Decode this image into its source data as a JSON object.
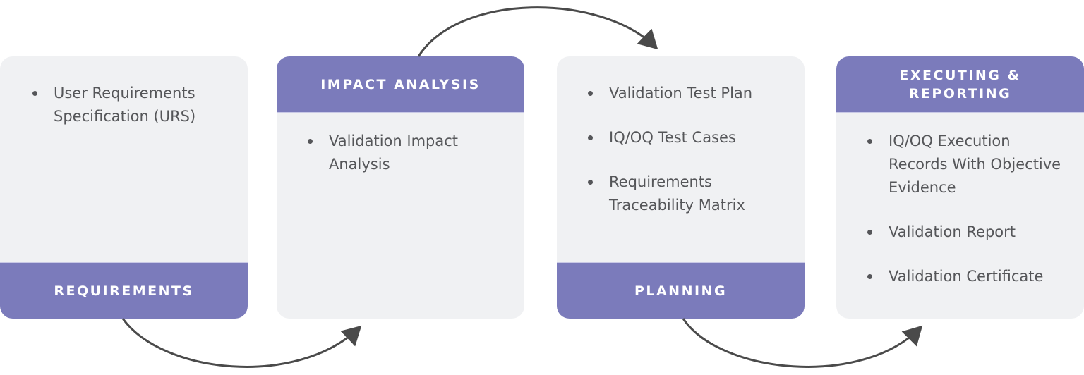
{
  "diagram": {
    "type": "process-flow",
    "colors": {
      "accent": "#7b7bbb",
      "box_bg": "#f0f1f3",
      "text": "#555659",
      "arrow": "#4a4a4a"
    },
    "stages": [
      {
        "title": "REQUIREMENTS",
        "title_position": "bottom",
        "items": [
          "User Requirements Specification (URS)"
        ]
      },
      {
        "title": "IMPACT ANALYSIS",
        "title_position": "top",
        "items": [
          "Validation Impact Analysis"
        ]
      },
      {
        "title": "PLANNING",
        "title_position": "bottom",
        "items": [
          "Validation Test Plan",
          "IQ/OQ Test Cases",
          "Requirements Traceability Matrix"
        ]
      },
      {
        "title": "EXECUTING & REPORTING",
        "title_position": "top",
        "items": [
          "IQ/OQ Execution Records With Objective Evidence",
          "Validation Report",
          "Validation Certificate"
        ]
      }
    ],
    "arrows": [
      {
        "from": "REQUIREMENTS",
        "to": "IMPACT ANALYSIS",
        "route": "below"
      },
      {
        "from": "IMPACT ANALYSIS",
        "to": "PLANNING",
        "route": "above"
      },
      {
        "from": "PLANNING",
        "to": "EXECUTING & REPORTING",
        "route": "below"
      }
    ]
  }
}
